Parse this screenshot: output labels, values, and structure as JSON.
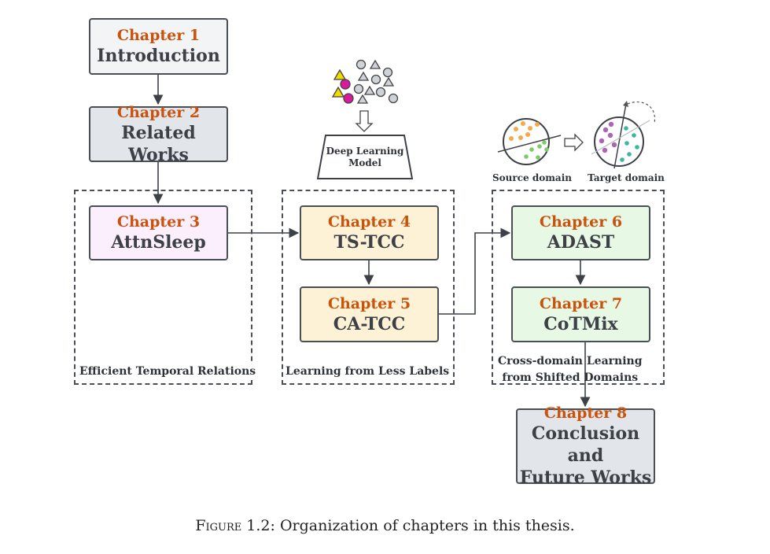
{
  "chapters": {
    "c1": {
      "chapter": "Chapter 1",
      "title": "Introduction"
    },
    "c2": {
      "chapter": "Chapter 2",
      "title": "Related Works"
    },
    "c3": {
      "chapter": "Chapter 3",
      "title": "AttnSleep"
    },
    "c4": {
      "chapter": "Chapter 4",
      "title": "TS-TCC"
    },
    "c5": {
      "chapter": "Chapter 5",
      "title": "CA-TCC"
    },
    "c6": {
      "chapter": "Chapter 6",
      "title": "ADAST"
    },
    "c7": {
      "chapter": "Chapter 7",
      "title": "CoTMix"
    },
    "c8": {
      "chapter": "Chapter 8",
      "title_line1": "Conclusion and",
      "title_line2": "Future Works"
    }
  },
  "groups": {
    "temporal": "Efficient Temporal Relations",
    "less_labels": "Learning from Less Labels",
    "cross_domain_line1": "Cross-domain Learning",
    "cross_domain_line2": "from Shifted Domains"
  },
  "illustrations": {
    "dl_model_line1": "Deep Learning",
    "dl_model_line2": "Model",
    "source_domain": "Source domain",
    "target_domain": "Target domain"
  },
  "caption": {
    "prefix": "Figure 1.2:",
    "text": "Organization of chapters in this thesis."
  },
  "colors": {
    "orange_label": "#c9520c",
    "grey_fill": "#e2e5e9",
    "light_grey_fill": "#f3f4f5",
    "purple_fill": "#fbeefd",
    "yellow_fill": "#fdf2d6",
    "green_fill": "#e7f8e5"
  }
}
